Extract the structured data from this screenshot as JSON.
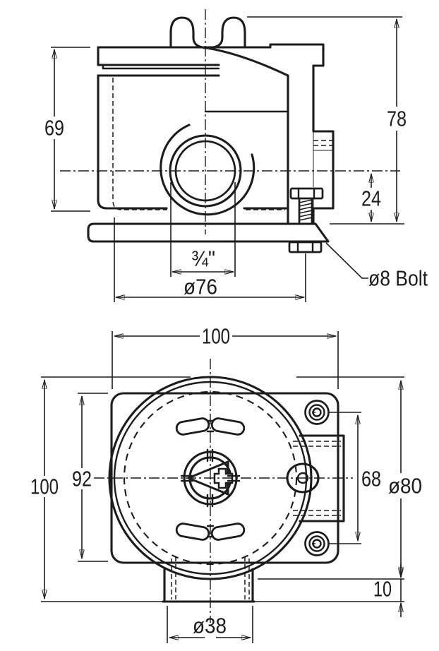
{
  "drawing_type": "technical dimension drawing",
  "side_view": {
    "height_inner": "69",
    "height_overall": "78",
    "height_center_to_base": "24",
    "conduit_thread": "¾\"",
    "bolt_circle_dia": "ø76",
    "bolt_callout": "ø8 Bolt"
  },
  "front_view": {
    "overall_width": "100",
    "overall_height": "100",
    "body_width": "92",
    "mount_hole_spacing": "68",
    "cover_dia": "ø80",
    "boss_height": "10",
    "conduit_boss_dia": "ø38"
  },
  "colors": {
    "ink": "#1c1c1c",
    "background": "#ffffff"
  }
}
